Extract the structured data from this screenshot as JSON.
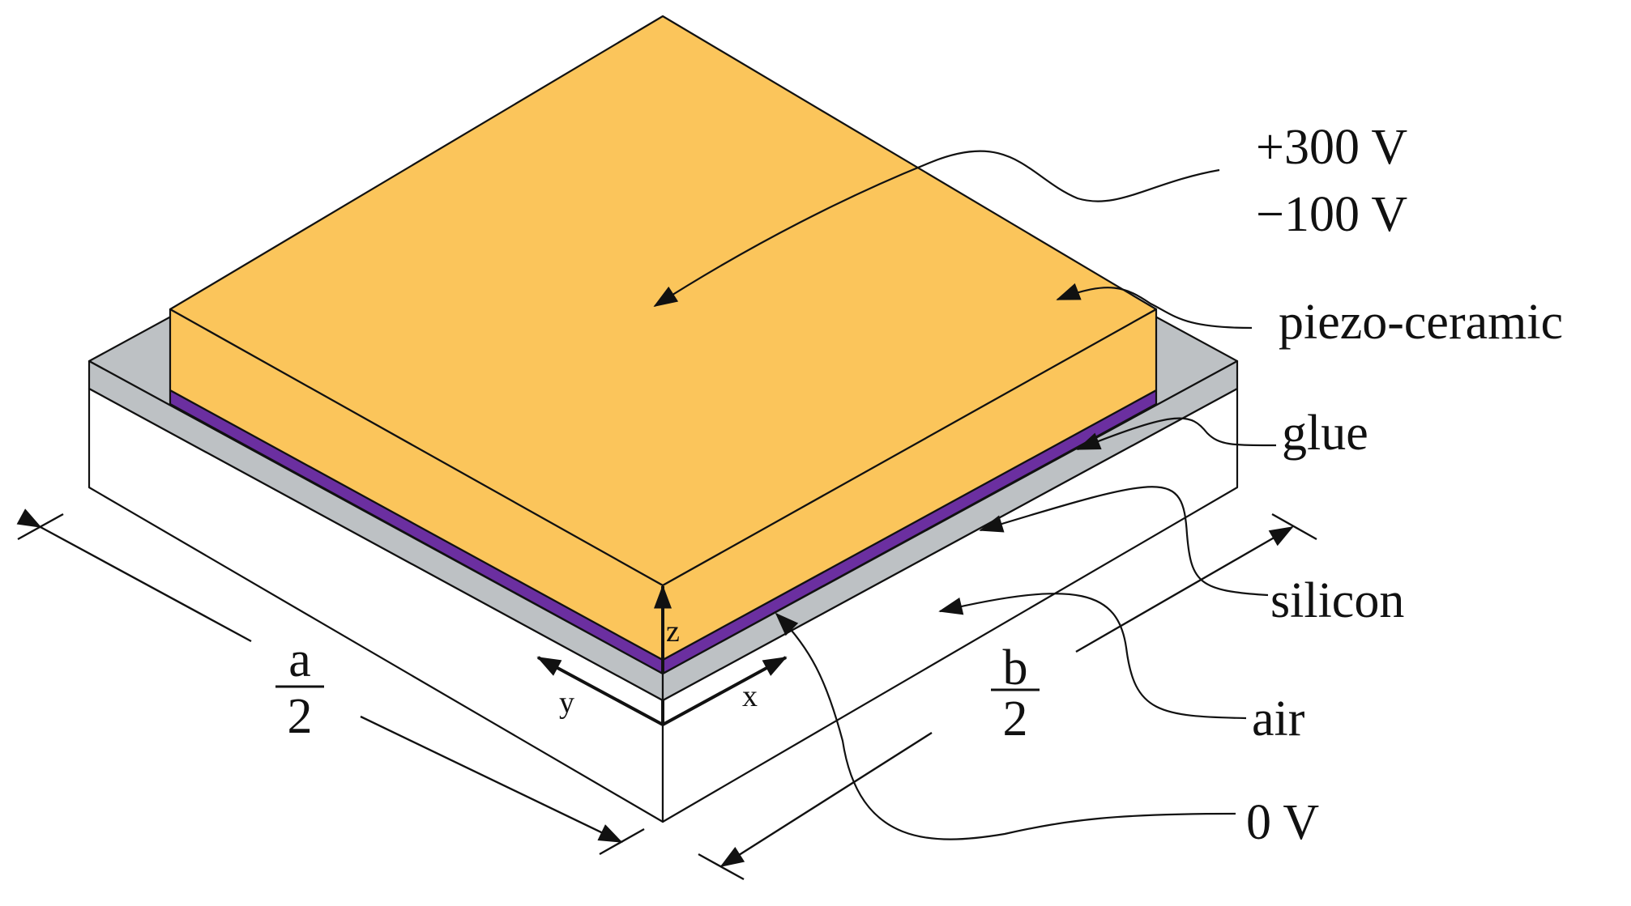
{
  "labels": {
    "voltage_high": "+300 V",
    "voltage_low": "−100 V",
    "piezo": "piezo-ceramic",
    "glue": "glue",
    "silicon": "silicon",
    "air": "air",
    "ground": "0 V",
    "dim_a_num": "a",
    "dim_a_den": "2",
    "dim_b_num": "b",
    "dim_b_den": "2",
    "axis_x": "x",
    "axis_y": "y",
    "axis_z": "z"
  },
  "colors": {
    "piezo": "#FBC55B",
    "glue": "#6B2FA0",
    "silicon": "#BDC1C4",
    "air": "#FFFFFF",
    "line": "#111111"
  }
}
